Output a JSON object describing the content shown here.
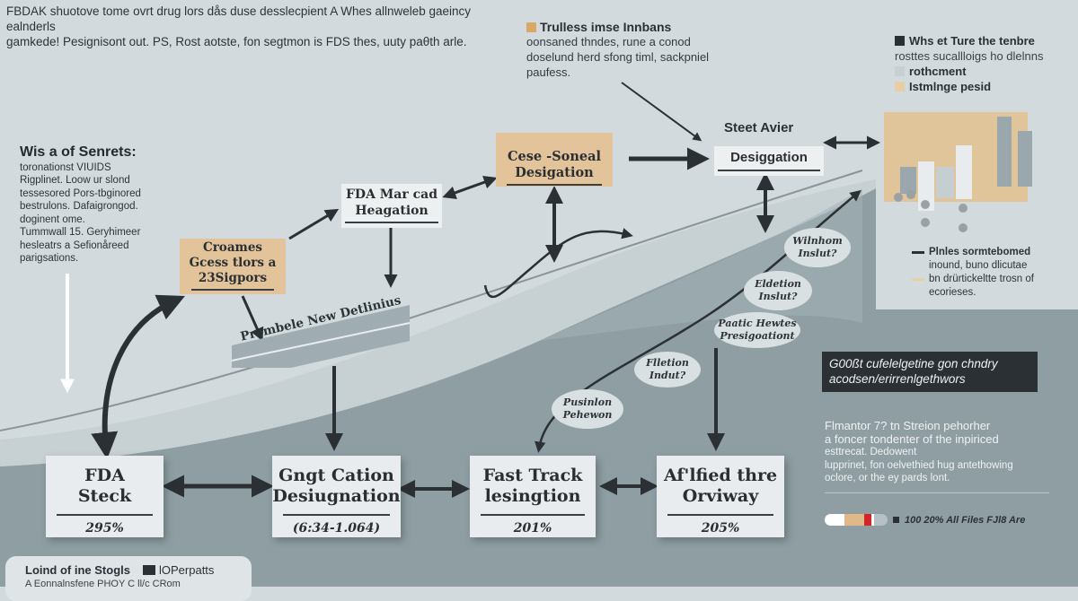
{
  "intro": {
    "line1": "FBDAK shuotove tome ovrt drug lors dås duse desslecpient A Whes allnweleb gaeincy ealnderls",
    "line2": "gamkede! Pesignisont out. PS, Rost aotste, fon segtmon is FDS thes, uuty paθth arle."
  },
  "top_note": {
    "title": "Trulless imse Innbans",
    "swatch_color": "#d9a866",
    "body": "oonsaned thndes, rune a conod doselund herd sfong timl, sackpniel paufess."
  },
  "top_right_legend": {
    "title": "Whs et Ture the tenbre",
    "subtitle": "rosttes sucallloigs ho dlelnns",
    "items": [
      {
        "label": "rothcment",
        "color": "#d5dcdf"
      },
      {
        "label": "Istmlnge pesid",
        "color": "#e8cfa3"
      }
    ],
    "title_swatch": "#2b3035"
  },
  "left_note": {
    "title": "Wis a of Senrets:",
    "lines": [
      "toronationst VIUIDS",
      "Rigplinet. Loow ur slond",
      "tessesored Pors-tbginored",
      "bestrulons. Dafaigrongod.",
      "doginent ome.",
      "Tummwall 15. Geryhimeer",
      "hesleatrs a Sefionåreed",
      "parigsations."
    ]
  },
  "flow_boxes": [
    {
      "id": "b1",
      "lines": [
        "Croames",
        "Gcess tlors a",
        "23Sigpors"
      ],
      "style": "tan"
    },
    {
      "id": "b2",
      "lines": [
        "FDA Mar cad",
        "Heagation"
      ],
      "style": "white"
    },
    {
      "id": "b3",
      "lines": [
        "Cese -Soneal",
        "Desigation"
      ],
      "style": "tan"
    },
    {
      "id": "b4",
      "header": "Steet Avier",
      "lines": [
        "Desiggation"
      ],
      "style": "white"
    }
  ],
  "ribbon": {
    "label": "Prembele New Detlinius"
  },
  "bubbles": [
    {
      "lines": [
        "Wilnhom",
        "Inslut?"
      ]
    },
    {
      "lines": [
        "Eldetion",
        "Inslut?"
      ]
    },
    {
      "lines": [
        "Paatic Hewtes",
        "Presigoationt"
      ]
    },
    {
      "lines": [
        "Flletion",
        "Indut?"
      ]
    },
    {
      "lines": [
        "Pusinlon",
        "Pehewon"
      ]
    }
  ],
  "cards": [
    {
      "title1": "FDA",
      "title2": "Steck",
      "value": "295%"
    },
    {
      "title1": "Gngt Cation",
      "title2": "Desiugnation",
      "value": "(6:34-1.064)"
    },
    {
      "title1": "Fast Track",
      "title2": "lesingtion",
      "value": "201%"
    },
    {
      "title1": "Af'lfied thre",
      "title2": "Orviway",
      "value": "205%"
    }
  ],
  "dark_box": {
    "line1": "G00ßt cufelelgetine gon chndry",
    "line2": "acodsen/erirrenlgethwors"
  },
  "right_note": {
    "lead": "Flmantor 7? tn Streion pehorher",
    "line2": "a foncer tondenter of the inpiriced",
    "line3": "esttrecat. Dedowent",
    "line4": "lupprinet, fon oelvethied hug antethowing",
    "line5": "oclore, or the ey pards lont."
  },
  "progress": {
    "label": "100 20% All Files FJl8 Are",
    "segments": [
      {
        "color": "#ffffff",
        "w": 22
      },
      {
        "color": "#e1b88a",
        "w": 22
      },
      {
        "color": "#d3262a",
        "w": 8
      },
      {
        "color": "#ffffff",
        "w": 3
      },
      {
        "color": "#b7c0c5",
        "w": 15
      }
    ]
  },
  "right_legend2": {
    "title": "Plnles sormtebomed",
    "line2": "inound, buno dlicutae",
    "line3": "bn drürtickeltte trosn of",
    "line4": "ecorieses.",
    "dash1": "#2b3035",
    "dash2": "#e8cfa3"
  },
  "bottom_legend": {
    "title": "Loind of ine Stogls",
    "item": "lOPerpatts",
    "sub": "A Eonnalnsfene   PHOY   C ll/c   CRom"
  },
  "colors": {
    "bg_light": "#d3dadd",
    "bg_dark": "#8e9ea2",
    "tan": "#e2c39a",
    "ink": "#2b3035"
  }
}
